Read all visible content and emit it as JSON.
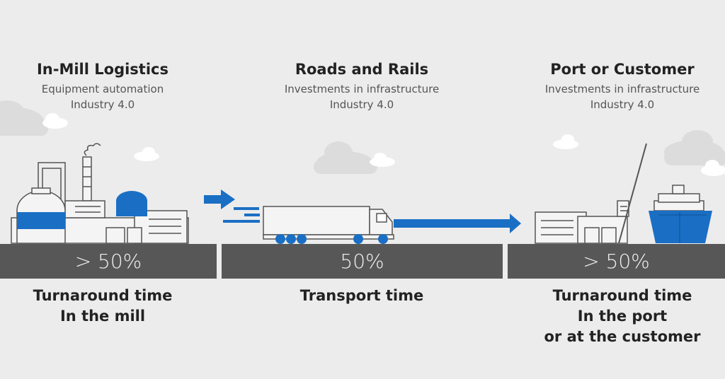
{
  "sections": [
    {
      "title": "In-Mill Logistics",
      "subtitle_lines": [
        "Equipment automation",
        "Industry 4.0"
      ],
      "share": "> 50%",
      "bottom_lines": [
        "Turnaround time",
        "In the mill"
      ]
    },
    {
      "title": "Roads and Rails",
      "subtitle_lines": [
        "Investments in infrastructure",
        "Industry 4.0"
      ],
      "share": "50%",
      "bottom_lines": [
        "Transport time"
      ]
    },
    {
      "title": "Port or Customer",
      "subtitle_lines": [
        "Investments in infrastructure",
        "Industry 4.0"
      ],
      "share": "> 50%",
      "bottom_lines": [
        "Turnaround time",
        "In the port",
        "or at the customer"
      ]
    }
  ],
  "colors": {
    "background": "#ececec",
    "accent_blue": "#1a6fc4",
    "bar_gray": "#575757",
    "cloud": "#dcdcdc",
    "outline": "#555555"
  },
  "icons": [
    "factory-icon",
    "truck-icon",
    "arrow-right-icon",
    "warehouse-icon",
    "ship-icon",
    "crane-icon",
    "cloud-icon"
  ]
}
